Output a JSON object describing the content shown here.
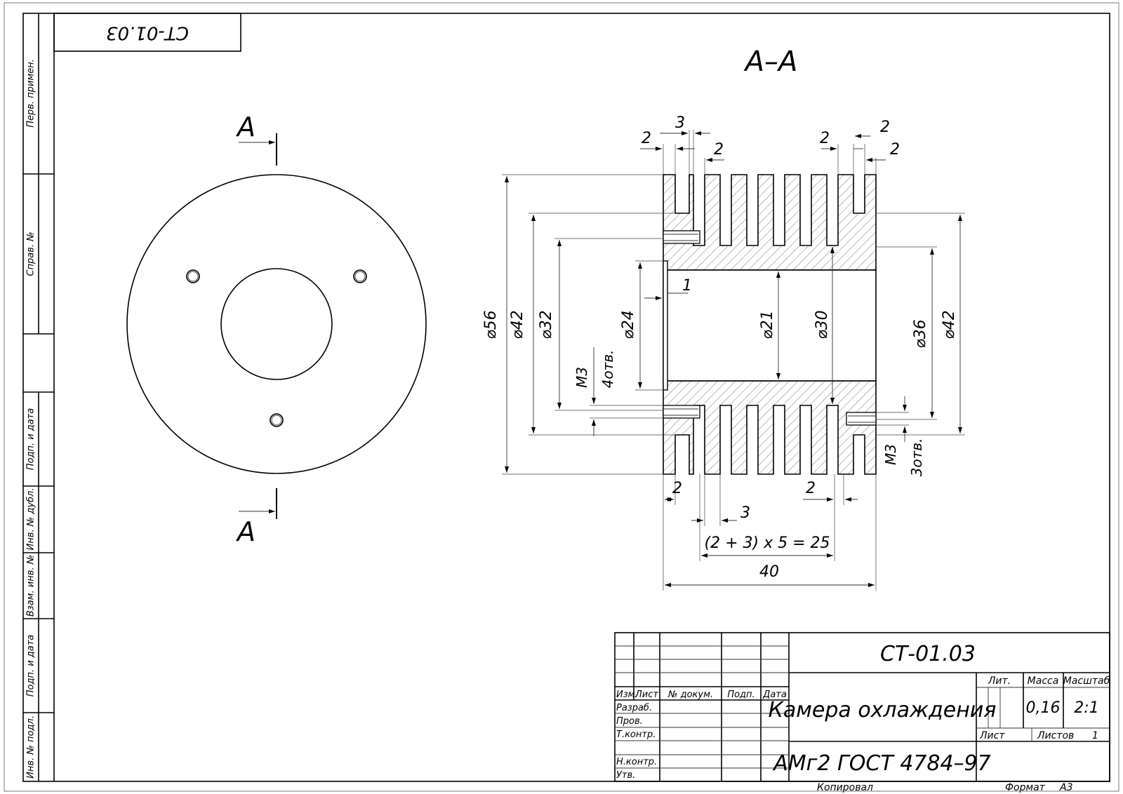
{
  "corner_stamp": "СТ-01.03",
  "left_margin_labels": [
    "Перв. примен.",
    "Справ. №",
    "Подп. и дата",
    "Инв. № дубл.",
    "Взам. инв. №",
    "Подп. и дата",
    "Инв. № подл."
  ],
  "section_title": "А–А",
  "section_marker_top": "А",
  "section_marker_bottom": "А",
  "dimensions": {
    "top_left_2": "2",
    "top_3": "3",
    "top_2b": "2",
    "top_right_2a": "2",
    "top_right_2b": "2",
    "top_right_2c": "2",
    "d56": "⌀56",
    "d42_left": "⌀42",
    "d32": "⌀32",
    "d24": "⌀24",
    "d21": "⌀21",
    "d30": "⌀30",
    "d36": "⌀36",
    "d42_right": "⌀42",
    "step_1": "1",
    "m3_left": "М3",
    "holes_4": "4отв.",
    "m3_right": "М3",
    "holes_3": "3отв.",
    "bottom_2_left": "2",
    "bottom_2_right": "2",
    "bottom_3": "3",
    "fin_chain": "(2 + 3) x 5 = 25",
    "total_40": "40"
  },
  "title_block": {
    "designation": "СТ-01.03",
    "name": "Камера охлаждения",
    "material": "АМг2  ГОСТ 4784–97",
    "col_izm": "Изм.",
    "col_list": "Лист",
    "col_doc": "№ докум.",
    "col_podp": "Подп.",
    "col_data": "Дата",
    "row_razrab": "Разраб.",
    "row_prov": "Пров.",
    "row_tkontr": "Т.контр.",
    "row_nkontr": "Н.контр.",
    "row_utv": "Утв.",
    "lit_label": "Лит.",
    "massa_label": "Масса",
    "masshtab_label": "Масштаб",
    "massa_value": "0,16",
    "masshtab_value": "2:1",
    "sheet_label": "Лист",
    "sheets_label": "Листов",
    "sheets_value": "1"
  },
  "footer": {
    "copied": "Копировал",
    "format_label": "Формат",
    "format_value": "А3"
  }
}
